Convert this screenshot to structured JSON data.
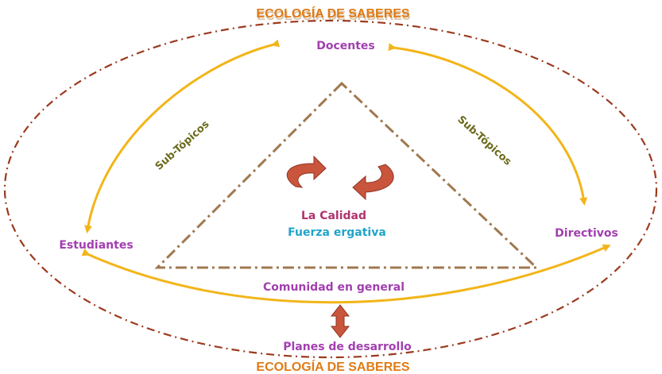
{
  "title_top": "ECOLOGÍA DE SABERES",
  "title_bottom": "ECOLOGÍA DE SABERES",
  "nodes": {
    "docentes": "Docentes",
    "estudiantes": "Estudiantes",
    "directivos": "Directivos",
    "comunidad": "Comunidad en general",
    "planes": "Planes de desarrollo"
  },
  "subtopics": {
    "left": "Sub-Tópicos",
    "right": "Sub-Tópicos"
  },
  "center": {
    "calidad": "La Calidad",
    "fuerza": "Fuerza ergativa"
  },
  "colors": {
    "title": "#e07b17",
    "ellipse": "#9c3a1e",
    "arrows": "#f2b519",
    "triangle": "#a07850",
    "cycle": "#c9553d",
    "roles": "#a23fb0",
    "subtopic": "#6b6a1c",
    "calidad": "#b0336f",
    "fuerza": "#21a4c9"
  }
}
